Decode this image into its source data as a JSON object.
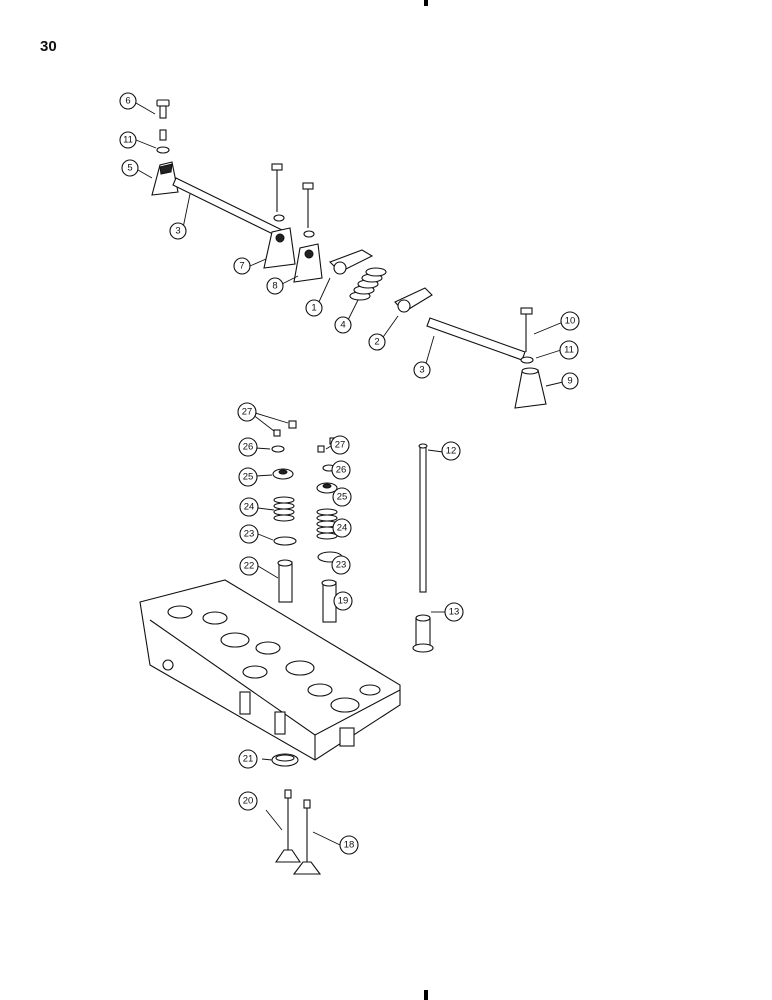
{
  "page_number": "30",
  "callouts": {
    "c1": "1",
    "c2": "2",
    "c3a": "3",
    "c3b": "3",
    "c4": "4",
    "c5": "5",
    "c6": "6",
    "c7": "7",
    "c8": "8",
    "c9": "9",
    "c10": "10",
    "c11a": "11",
    "c11b": "11",
    "c12": "12",
    "c13": "13",
    "c18": "18",
    "c19": "19",
    "c20": "20",
    "c21": "21",
    "c22": "22",
    "c23a": "23",
    "c23b": "23",
    "c24a": "24",
    "c24b": "24",
    "c25a": "25",
    "c25b": "25",
    "c26a": "26",
    "c26b": "26",
    "c27a": "27",
    "c27b": "27"
  }
}
